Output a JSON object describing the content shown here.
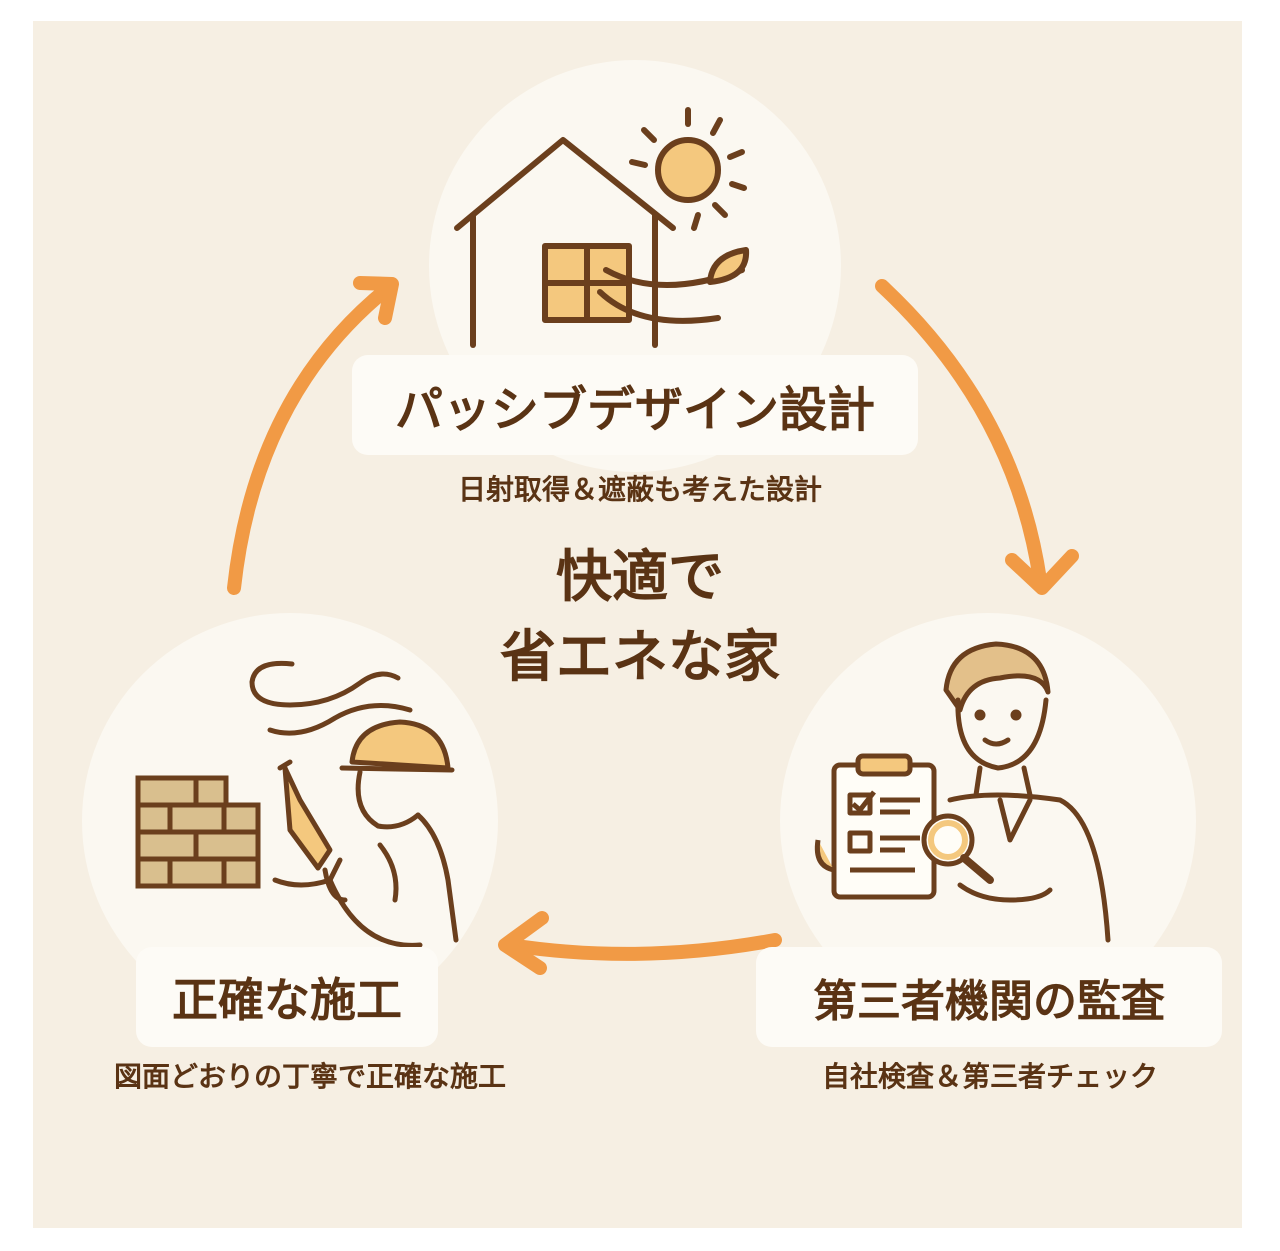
{
  "center": {
    "line1": "快適で",
    "line2": "省エネな家"
  },
  "steps": [
    {
      "title": "パッシブデザイン設計",
      "subtitle": "日射取得＆遮蔽も考えた設計",
      "icon": "house-sun-leaf-icon"
    },
    {
      "title": "第三者機関の監査",
      "subtitle": "自社検査＆第三者チェック",
      "icon": "inspector-clipboard-magnifier-icon"
    },
    {
      "title": "正確な施工",
      "subtitle": "図面どおりの丁寧で正確な施工",
      "icon": "worker-drill-bricks-icon"
    }
  ],
  "colors": {
    "background": "#f6efe3",
    "circle": "#fbf8f1",
    "text": "#5a3314",
    "line": "#6b3f1d",
    "arrow": "#f19a45",
    "fill": "#f4c87e",
    "brick": "#d9bf8e"
  }
}
